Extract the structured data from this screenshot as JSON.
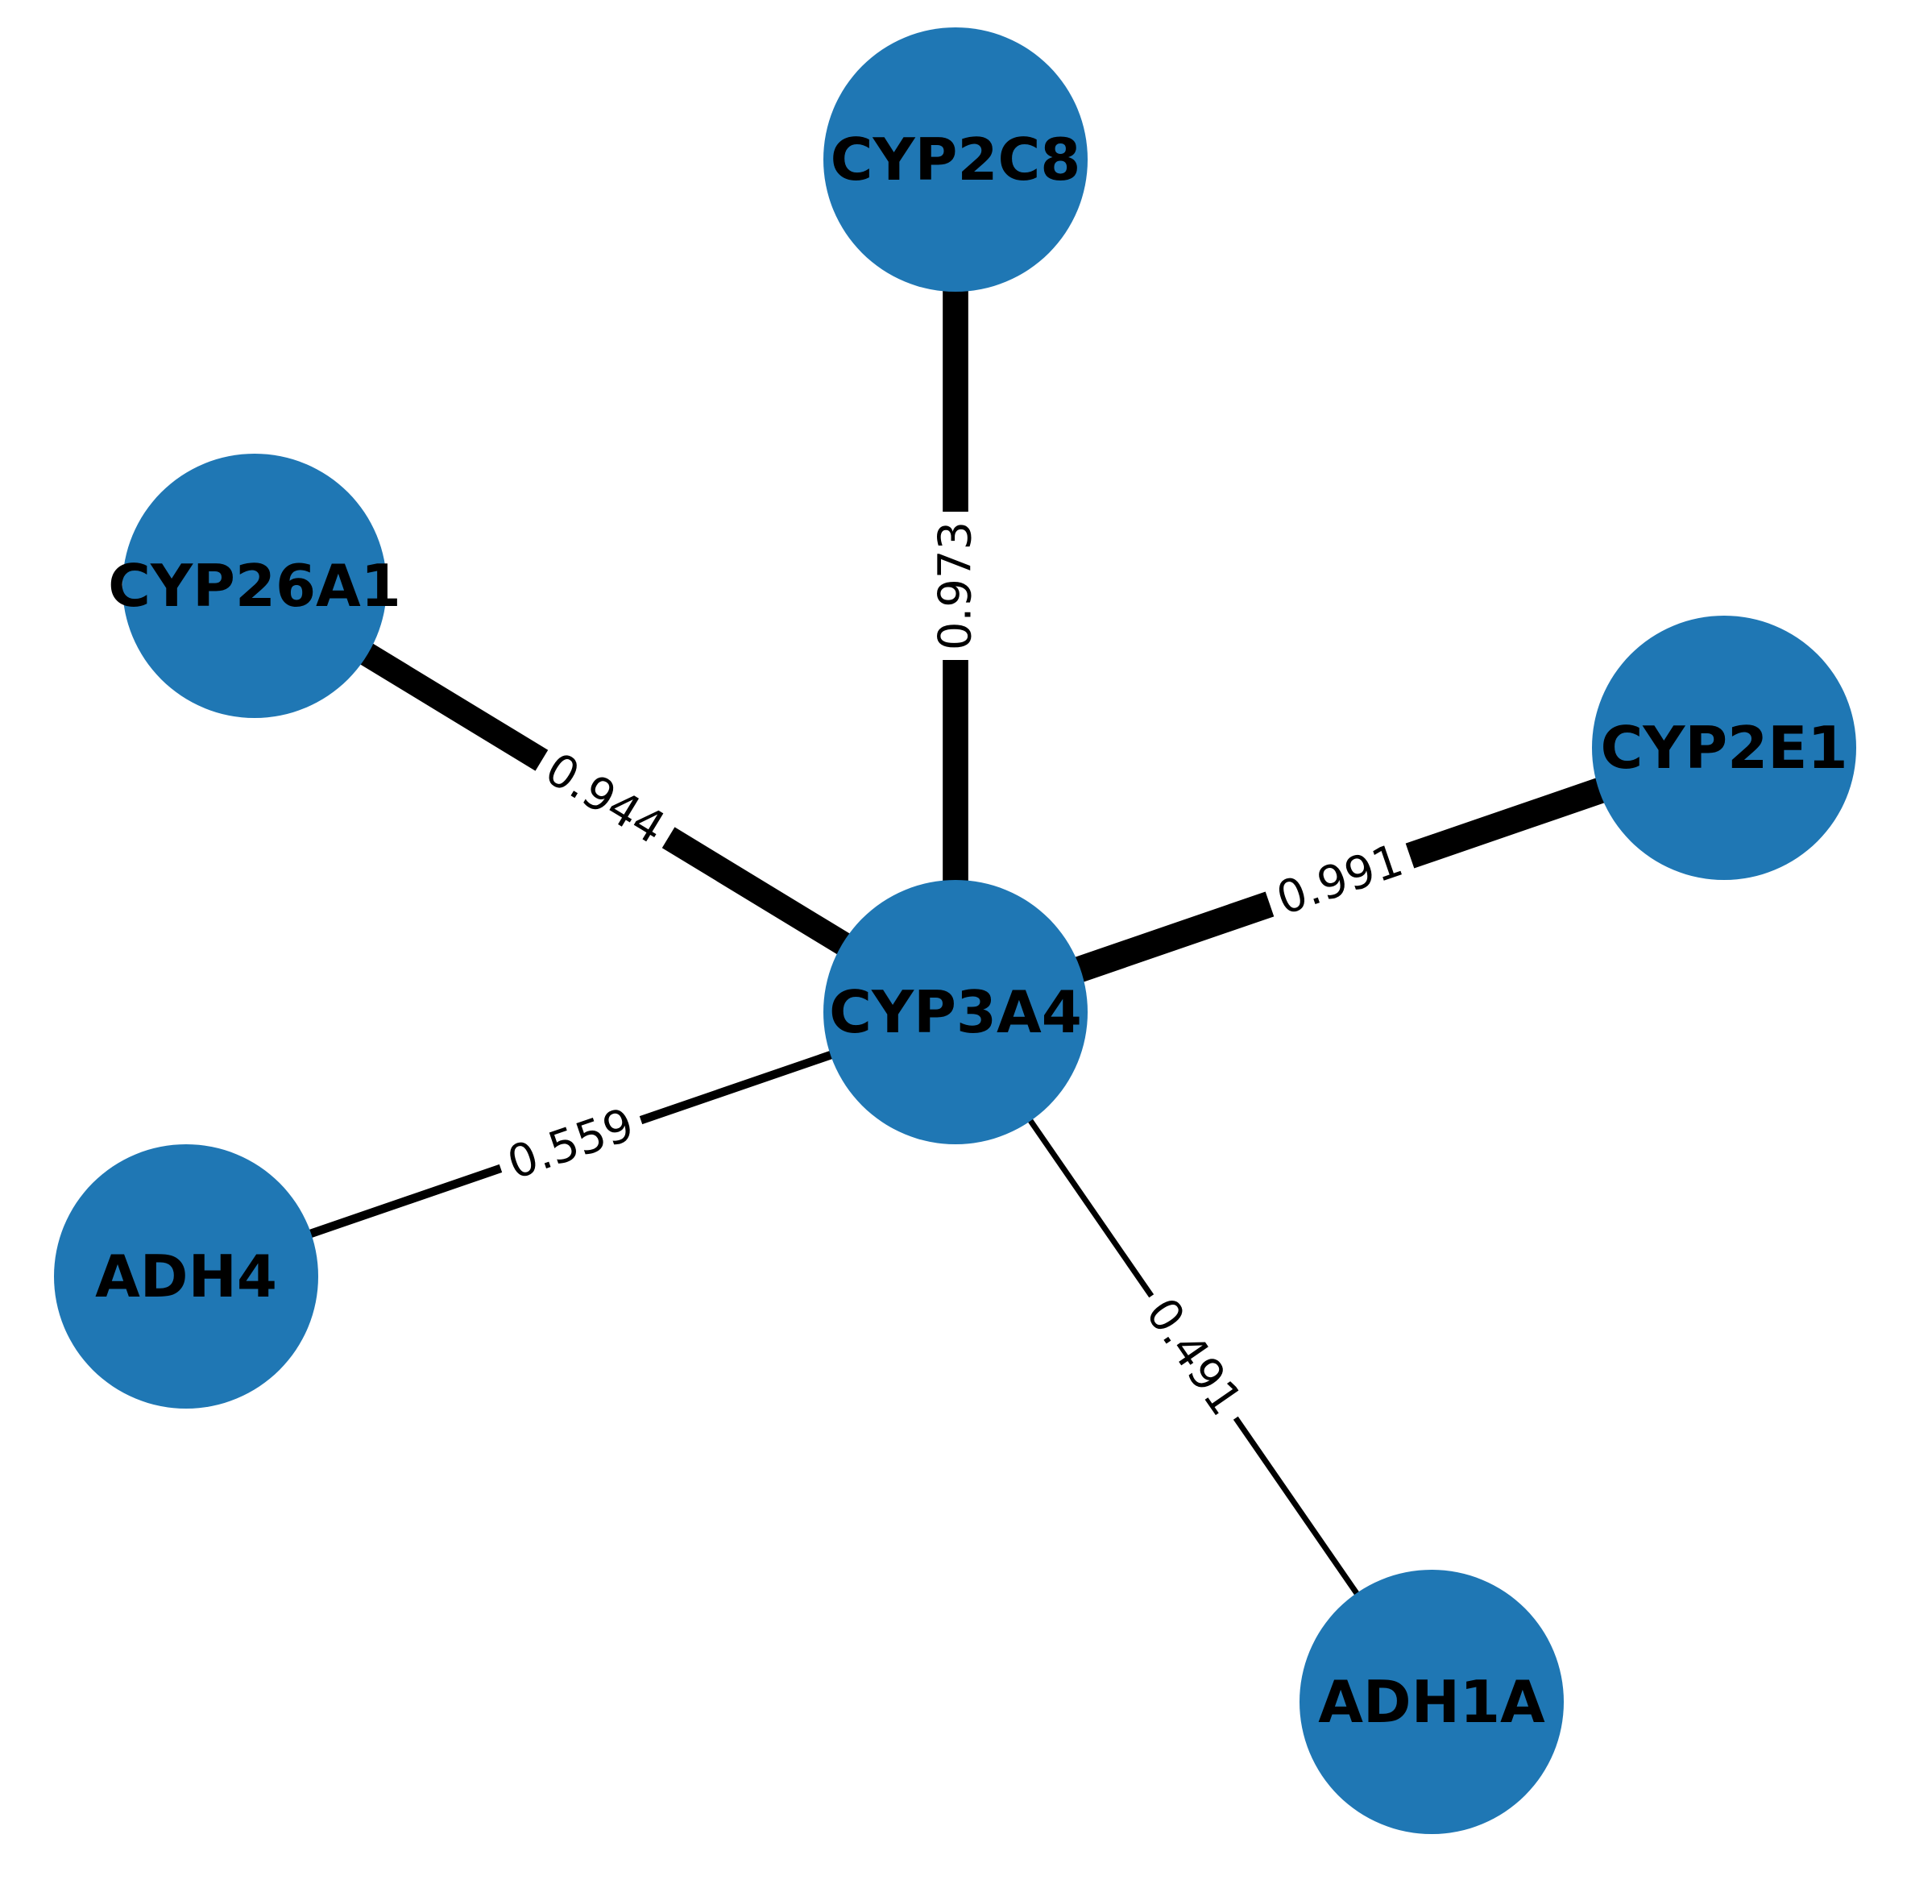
{
  "graph": {
    "node_color": "#1f77b4",
    "edge_color": "#000000",
    "label_color": "#000000",
    "nodes": [
      {
        "id": "CYP3A4",
        "label": "CYP3A4"
      },
      {
        "id": "CYP2C8",
        "label": "CYP2C8"
      },
      {
        "id": "CYP26A1",
        "label": "CYP26A1"
      },
      {
        "id": "CYP2E1",
        "label": "CYP2E1"
      },
      {
        "id": "ADH4",
        "label": "ADH4"
      },
      {
        "id": "ADH1A",
        "label": "ADH1A"
      }
    ],
    "edges": [
      {
        "source": "CYP3A4",
        "target": "CYP2C8",
        "weight": 0.973,
        "label": "0.973"
      },
      {
        "source": "CYP3A4",
        "target": "CYP26A1",
        "weight": 0.944,
        "label": "0.944"
      },
      {
        "source": "CYP3A4",
        "target": "CYP2E1",
        "weight": 0.991,
        "label": "0.991"
      },
      {
        "source": "CYP3A4",
        "target": "ADH4",
        "weight": 0.559,
        "label": "0.559"
      },
      {
        "source": "CYP3A4",
        "target": "ADH1A",
        "weight": 0.491,
        "label": "0.491"
      }
    ]
  }
}
